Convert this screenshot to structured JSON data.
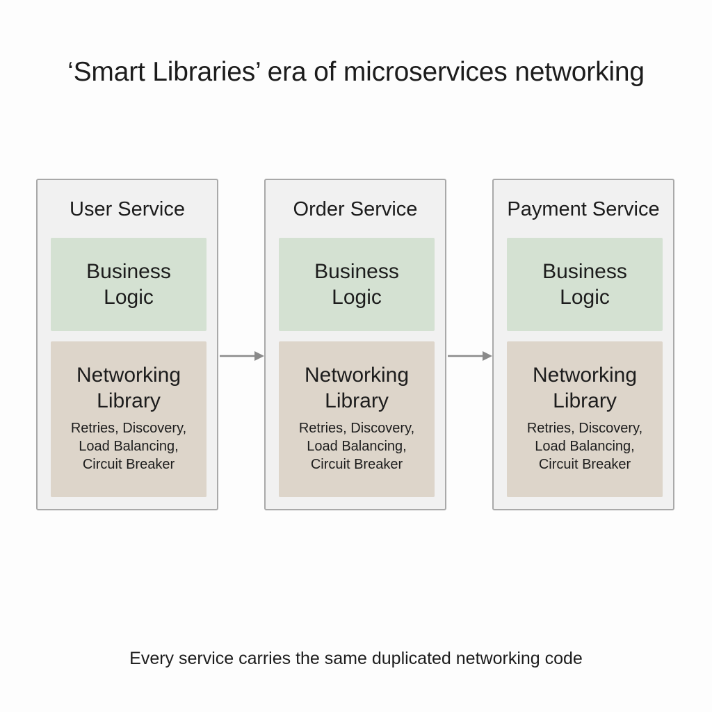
{
  "title": "‘Smart Libraries’ era of microservices networking",
  "caption": "Every service carries the same duplicated networking code",
  "colors": {
    "service_border": "#a9a9a9",
    "service_fill": "#f1f1f1",
    "logic_fill": "#d4e1d2",
    "library_fill": "#ddd5ca",
    "arrow": "#8a8a8a"
  },
  "services": [
    {
      "name": "User Service",
      "logic": "Business Logic",
      "library": "Networking Library",
      "features": "Retries, Discovery, Load Balancing, Circuit Breaker"
    },
    {
      "name": "Order Service",
      "logic": "Business Logic",
      "library": "Networking Library",
      "features": "Retries, Discovery, Load Balancing, Circuit Breaker"
    },
    {
      "name": "Payment Service",
      "logic": "Business Logic",
      "library": "Networking Library",
      "features": "Retries, Discovery, Load Balancing, Circuit Breaker"
    }
  ],
  "connections": [
    {
      "from": "User Service",
      "to": "Order Service"
    },
    {
      "from": "Order Service",
      "to": "Payment Service"
    }
  ]
}
